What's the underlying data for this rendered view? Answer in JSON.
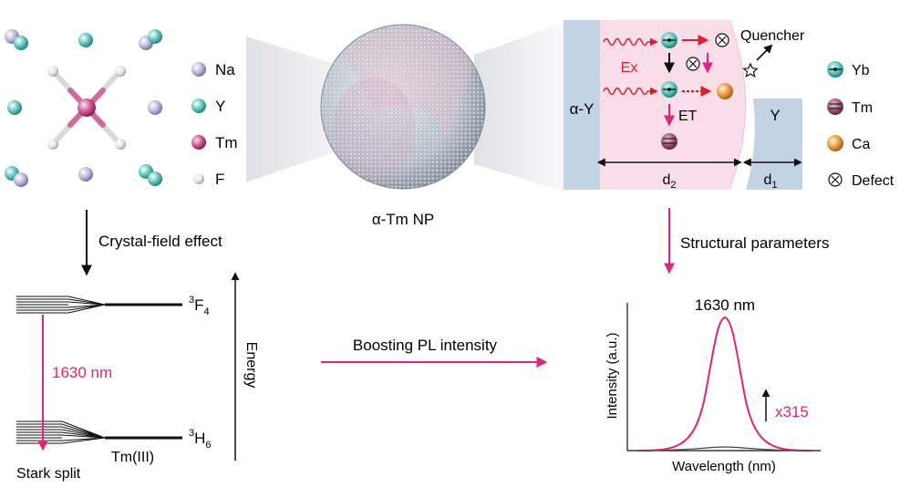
{
  "lattice_legend": {
    "items": [
      {
        "label": "Na",
        "color": "#b7b2d6"
      },
      {
        "label": "Y",
        "color": "#5fc2b9"
      },
      {
        "label": "Tm",
        "color": "#c8508a"
      },
      {
        "label": "F",
        "color": "#e6e6e6"
      }
    ]
  },
  "crystal_field_label": "Crystal-field effect",
  "np_label": "α-Tm NP",
  "shell": {
    "inner_region_label": "α-Y",
    "outer_region_label": "Y",
    "ex_label": "Ex",
    "et_label": "ET",
    "quencher_label": "Quencher",
    "d2_main": "d",
    "d2_sub": "2",
    "d1_main": "d",
    "d1_sub": "1"
  },
  "species_legend": {
    "items": [
      {
        "label": "Yb",
        "color": "#4fbfb3"
      },
      {
        "label": "Tm",
        "color": "#9b4d6e"
      },
      {
        "label": "Ca",
        "color": "#e09a3c"
      },
      {
        "label": "Defect",
        "color": "#ffffff"
      }
    ]
  },
  "structural_label": "Structural parameters",
  "energy_diagram": {
    "upper_level": {
      "sup": "3",
      "main": "F",
      "sub": "4"
    },
    "lower_level": {
      "sup": "3",
      "main": "H",
      "sub": "6"
    },
    "transition_label": "1630 nm",
    "stark_label": "Stark split",
    "ion_label": "Tm(III)",
    "energy_axis_label": "Energy"
  },
  "boost_label": "Boosting PL intensity",
  "spectrum": {
    "peak_label": "1630 nm",
    "ylabel": "Intensity (a.u.)",
    "xlabel": "Wavelength (nm)",
    "factor_label": "x315"
  },
  "colors": {
    "accent": "#e0247a",
    "shell_blue": "#c3d2e4",
    "core_pink": "#f9dde8",
    "text": "#111111"
  }
}
